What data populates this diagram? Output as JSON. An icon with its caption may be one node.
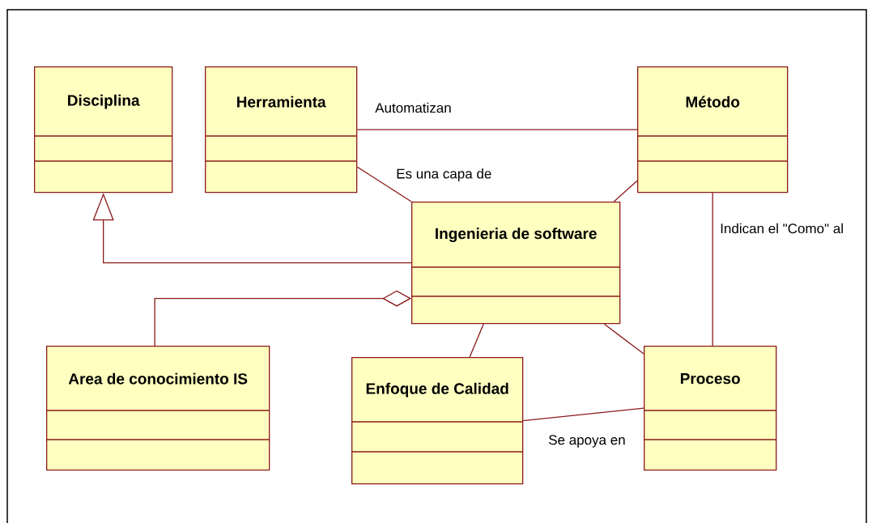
{
  "diagram": {
    "nodes": [
      {
        "text": [
          "Disciplina"
        ]
      },
      {
        "text": [
          "Herramienta"
        ]
      },
      {
        "text": [
          "Método"
        ]
      },
      {
        "text": [
          "Ingenieria de software"
        ]
      },
      {
        "text": [
          "Area de conocimiento IS"
        ]
      },
      {
        "text": [
          "Enfoque de Calidad"
        ]
      },
      {
        "text": [
          "Proceso"
        ]
      }
    ],
    "edges": [
      {
        "from": 1,
        "to": 2,
        "arrow": "none",
        "label": "Automatizan"
      },
      {
        "from": 1,
        "to": 3,
        "arrow": "none",
        "label": "Es una capa de"
      },
      {
        "from": 2,
        "to": 3,
        "arrow": "none"
      },
      {
        "from": 3,
        "to": 0,
        "arrow": "to"
      },
      {
        "from": 4,
        "to": 3,
        "arrow": "other"
      },
      {
        "from": 3,
        "to": 5,
        "arrow": "none"
      },
      {
        "from": 3,
        "to": 6,
        "arrow": "none"
      },
      {
        "from": 2,
        "to": 6,
        "arrow": "none",
        "label": "Indican el \"Como\" al"
      },
      {
        "from": 5,
        "to": 6,
        "arrow": "none",
        "label": "Se apoya en"
      }
    ]
  }
}
